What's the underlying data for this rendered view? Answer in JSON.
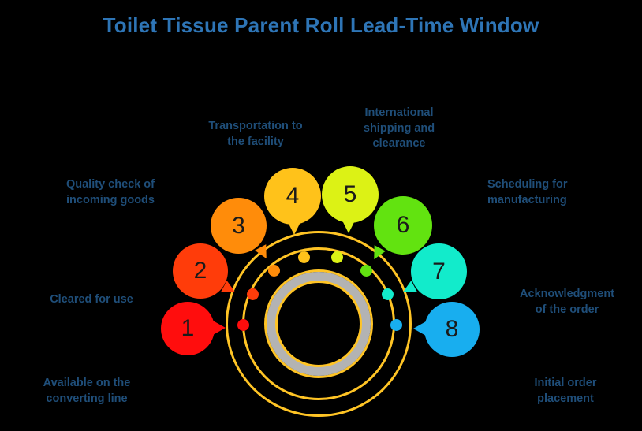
{
  "header": {
    "title": "Toilet Tissue Parent Roll Lead-Time Window"
  },
  "theme": {
    "background": "#000000",
    "title_color": "#2E75B6",
    "caption_color": "#1F4E79",
    "ring_color": "#FFC425",
    "inner_band_color": "#B3B3B3",
    "number_color": "#1a1a1a"
  },
  "chart_data": {
    "type": "diagram",
    "title": "Toilet Tissue Parent Roll Lead-Time Window",
    "layout": "semi-circular 8-step numbered bubble ring",
    "step_count": 8,
    "steps": [
      {
        "number": "1",
        "label": "Cleared for use",
        "color": "#FF0D0D",
        "side": "left"
      },
      {
        "number": "2",
        "label": "Quality check of\nincoming goods",
        "color": "#FF3C0A",
        "side": "left"
      },
      {
        "number": "3",
        "label": "Transportation to\nthe facility",
        "color": "#FF8C0A",
        "side": "left"
      },
      {
        "number": "4",
        "label": "International\nshipping and\nclearance",
        "color": "#FFC21A",
        "side": "top"
      },
      {
        "number": "5",
        "label": "Scheduling for\nmanufacturing",
        "color": "#DCF215",
        "side": "top"
      },
      {
        "number": "6",
        "label": "Acknowledgment\nof the order",
        "color": "#62E310",
        "side": "right"
      },
      {
        "number": "7",
        "label": "Initial order\nplacement",
        "color": "#12EBCB",
        "side": "right"
      },
      {
        "number": "8",
        "label": "Available on the\nconverting line",
        "color": "#18AEEF",
        "side": "right"
      }
    ],
    "captions_in_reading_order": [
      "Transportation to\nthe facility",
      "International\nshipping and\nclearance",
      "Quality check of\nincoming goods",
      "Scheduling for\nmanufacturing",
      "Cleared for use",
      "Acknowledgment\nof the order",
      "Available on the\nconverting line",
      "Initial order\nplacement"
    ]
  },
  "nodes": [
    {
      "number": "1",
      "color": "#FF0D0D"
    },
    {
      "number": "2",
      "color": "#FF3C0A"
    },
    {
      "number": "3",
      "color": "#FF8C0A"
    },
    {
      "number": "4",
      "color": "#FFC21A"
    },
    {
      "number": "5",
      "color": "#DCF215"
    },
    {
      "number": "6",
      "color": "#62E310"
    },
    {
      "number": "7",
      "color": "#12EBCB"
    },
    {
      "number": "8",
      "color": "#18AEEF"
    }
  ],
  "captions": {
    "left_top": "Quality check of\nincoming goods",
    "left_middle": "Cleared for use",
    "left_bottom": "Available on the\nconverting line",
    "top_left": "Transportation to\nthe facility",
    "top_right": "International\nshipping and\nclearance",
    "right_top": "Scheduling for\nmanufacturing",
    "right_middle": "Acknowledgment\nof the order",
    "right_bottom": "Initial order\nplacement"
  }
}
